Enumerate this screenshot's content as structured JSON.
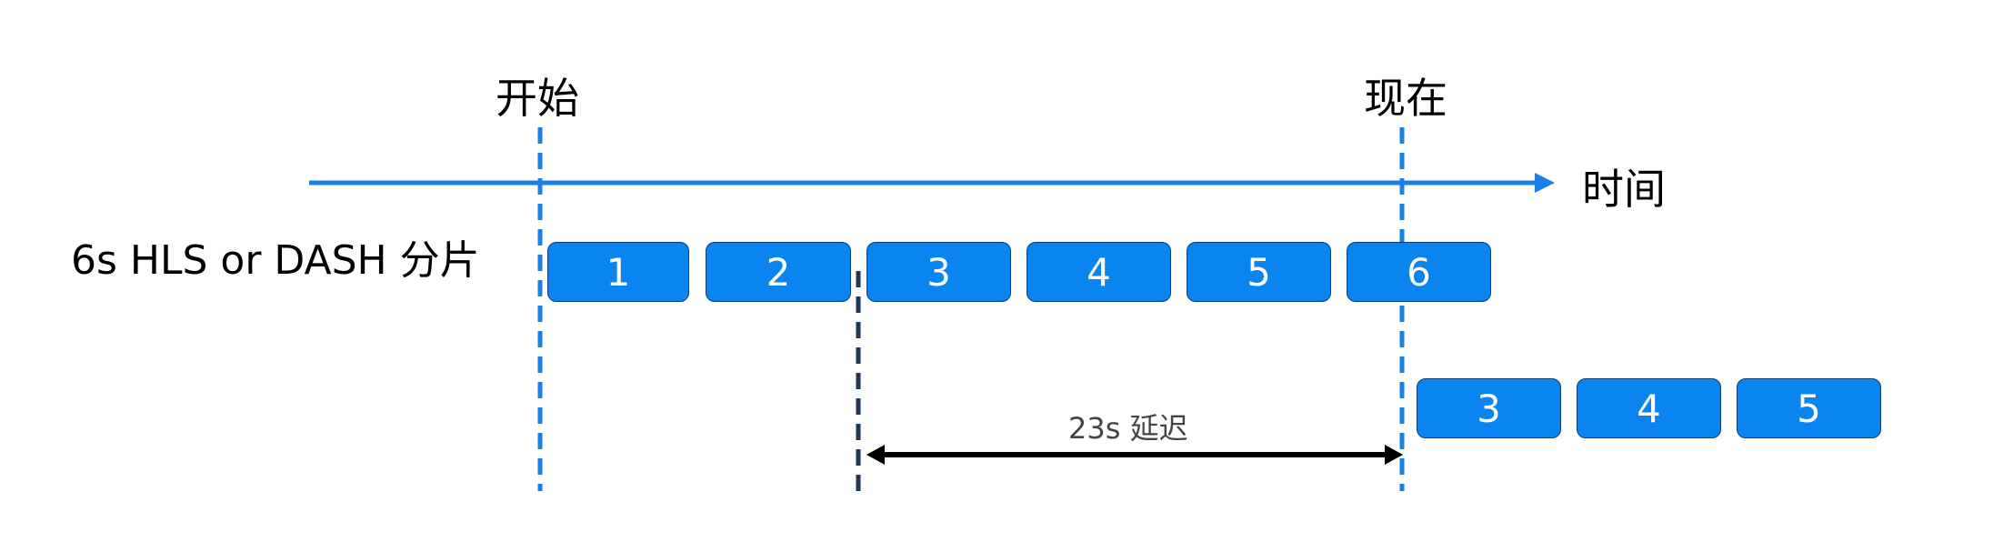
{
  "labels": {
    "start": "开始",
    "now": "现在",
    "time": "时间",
    "segments": "6s HLS or DASH 分片",
    "latency": "23s 延迟"
  },
  "row1_segments": [
    "1",
    "2",
    "3",
    "4",
    "5",
    "6"
  ],
  "row2_segments": [
    "3",
    "4",
    "5"
  ],
  "colors": {
    "timeline": "#1a7fe6",
    "segment_fill": "#0a84ef",
    "segment_border": "#0a3d73",
    "dashed_blue": "#1a7fe6",
    "dashed_dark": "#1e3555",
    "latency_arrow": "#000000"
  }
}
